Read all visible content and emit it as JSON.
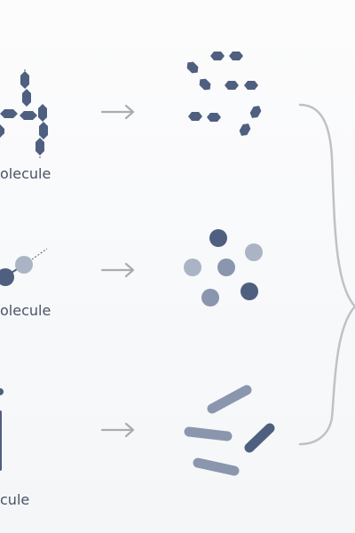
{
  "labels": {
    "row1": "olecule",
    "row2": "olecule",
    "row3": "cule"
  },
  "colors": {
    "dark": "#4f5f80",
    "mid": "#8a96ad",
    "light": "#aab4c5",
    "connector": "#bfc1c4",
    "dotted": "#555555"
  }
}
